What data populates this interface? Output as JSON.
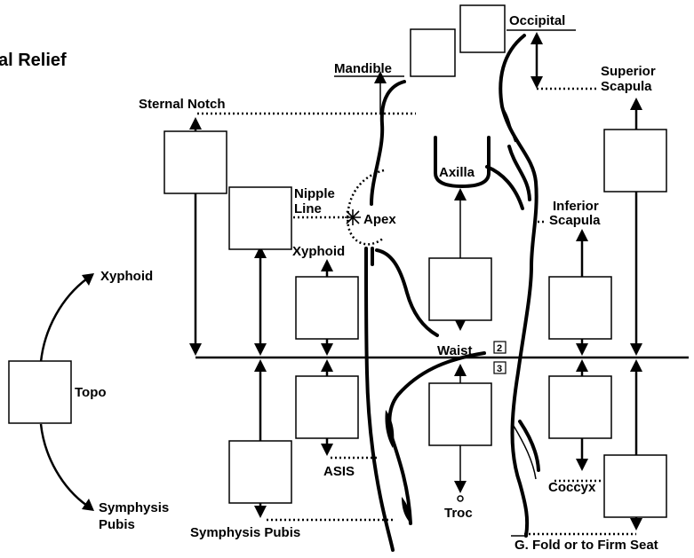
{
  "title": "al Relief",
  "labels": {
    "occipital": "Occipital",
    "mandible": "Mandible",
    "superior_scapula_1": "Superior",
    "superior_scapula_2": "Scapula",
    "sternal_notch": "Sternal Notch",
    "axilla": "Axilla",
    "nipple_line_1": "Nipple",
    "nipple_line_2": "Line",
    "apex": "Apex",
    "inferior_scapula_1": "Inferior",
    "inferior_scapula_2": "Scapula",
    "xyphoid_center": "Xyphoid",
    "xyphoid_left": "Xyphoid",
    "topo": "Topo",
    "waist": "Waist",
    "waist_badge_2": "2",
    "waist_badge_3": "3",
    "symphysis_left_1": "Symphysis",
    "symphysis_left_2": "Pubis",
    "asis": "ASIS",
    "troc": "Troc",
    "coccyx": "Coccyx",
    "symphysis_pubis": "Symphysis Pubis",
    "gluteal_fold": "G. Fold or to Firm Seat"
  }
}
